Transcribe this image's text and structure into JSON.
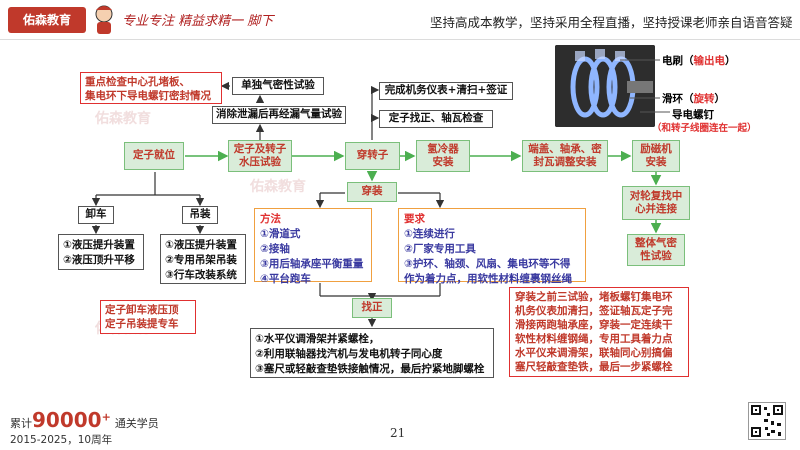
{
  "header": {
    "logo_text": "佑森教育",
    "slogan_left": "专业专注  精益求精一  脚下",
    "slogan_right": "坚持高成本教学，坚持采用全程直播，坚持授课老师亲自语音答疑"
  },
  "diagram": {
    "key_check": [
      "重点检查中心孔堵板、",
      "集电环下导电螺钉密封情况"
    ],
    "airtight_test": "单独气密性试验",
    "reseal_test": "消除泄漏后再经漏气量试验",
    "stator_place": "定子就位",
    "hydro_test": [
      "定子及转子",
      "水压试验"
    ],
    "thread_rotor": "穿转子",
    "complete_items": "完成机务仪表+清扫+签证",
    "align_check": "定子找正、轴瓦检查",
    "cooler_install": [
      "氢冷器",
      "安装"
    ],
    "end_cover": [
      "端盖、轴承、密",
      "封瓦调整安装"
    ],
    "exciter_install": [
      "励磁机",
      "安装"
    ],
    "wheel_check": [
      "对轮复找中",
      "心并连接"
    ],
    "overall_airtight": [
      "整体气密",
      "性试验"
    ],
    "thread_label": "穿装",
    "unload": "卸车",
    "hoist": "吊装",
    "unload_items": [
      "①液压提升装置",
      "②液压顶升平移"
    ],
    "hoist_items": [
      "①液压提升装置",
      "②专用吊架吊装",
      "③行车改装系统"
    ],
    "special_tools": [
      "定子卸车液压顶",
      "定子吊装提专车"
    ],
    "method_title": "方法",
    "method_items": [
      "①滑道式",
      "②接轴",
      "③用后轴承座平衡重量",
      "④平台跑车"
    ],
    "require_title": "要求",
    "require_items": [
      "①连续进行",
      "②厂家专用工具",
      "③护环、轴颈、风扇、集电环等不得",
      "作为着力点，用软性材料缠裹钢丝绳"
    ],
    "align_label": "找正",
    "align_items": [
      "①水平仪调滑架并紧螺栓，",
      "②利用联轴器找汽机与发电机转子同心度",
      "③塞尺或轻敲查垫铁接触情况，最后拧紧地脚螺栓"
    ],
    "summary": [
      "穿装之前三试验，堵板螺钉集电环",
      "机务仪表加清扫，签证轴瓦定子完",
      "滑接两跑轴承座，穿装一定连续干",
      "软性材料缠钢绳，专用工具着力点",
      "水平仪来调滑架，联轴同心别搞偏",
      "塞尺轻敲查垫铁，最后一步紧螺栓"
    ]
  },
  "photo": {
    "brush_label": "电刷（",
    "brush_note": "输出电",
    "brush_end": "）",
    "ring_label": "滑环（",
    "ring_note": "旋转",
    "ring_end": "）",
    "screw_label": "导电螺钉",
    "screw_note": "（和转子线圈连在一起）"
  },
  "watermarks": [
    "佑森教育",
    "佑森教育",
    "佑森教育"
  ],
  "footer": {
    "cumulative_prefix": "累计",
    "count": "90000",
    "plus": "+",
    "suffix": "通关学员",
    "years": "2015-2025，10周年",
    "page_number": "21"
  }
}
